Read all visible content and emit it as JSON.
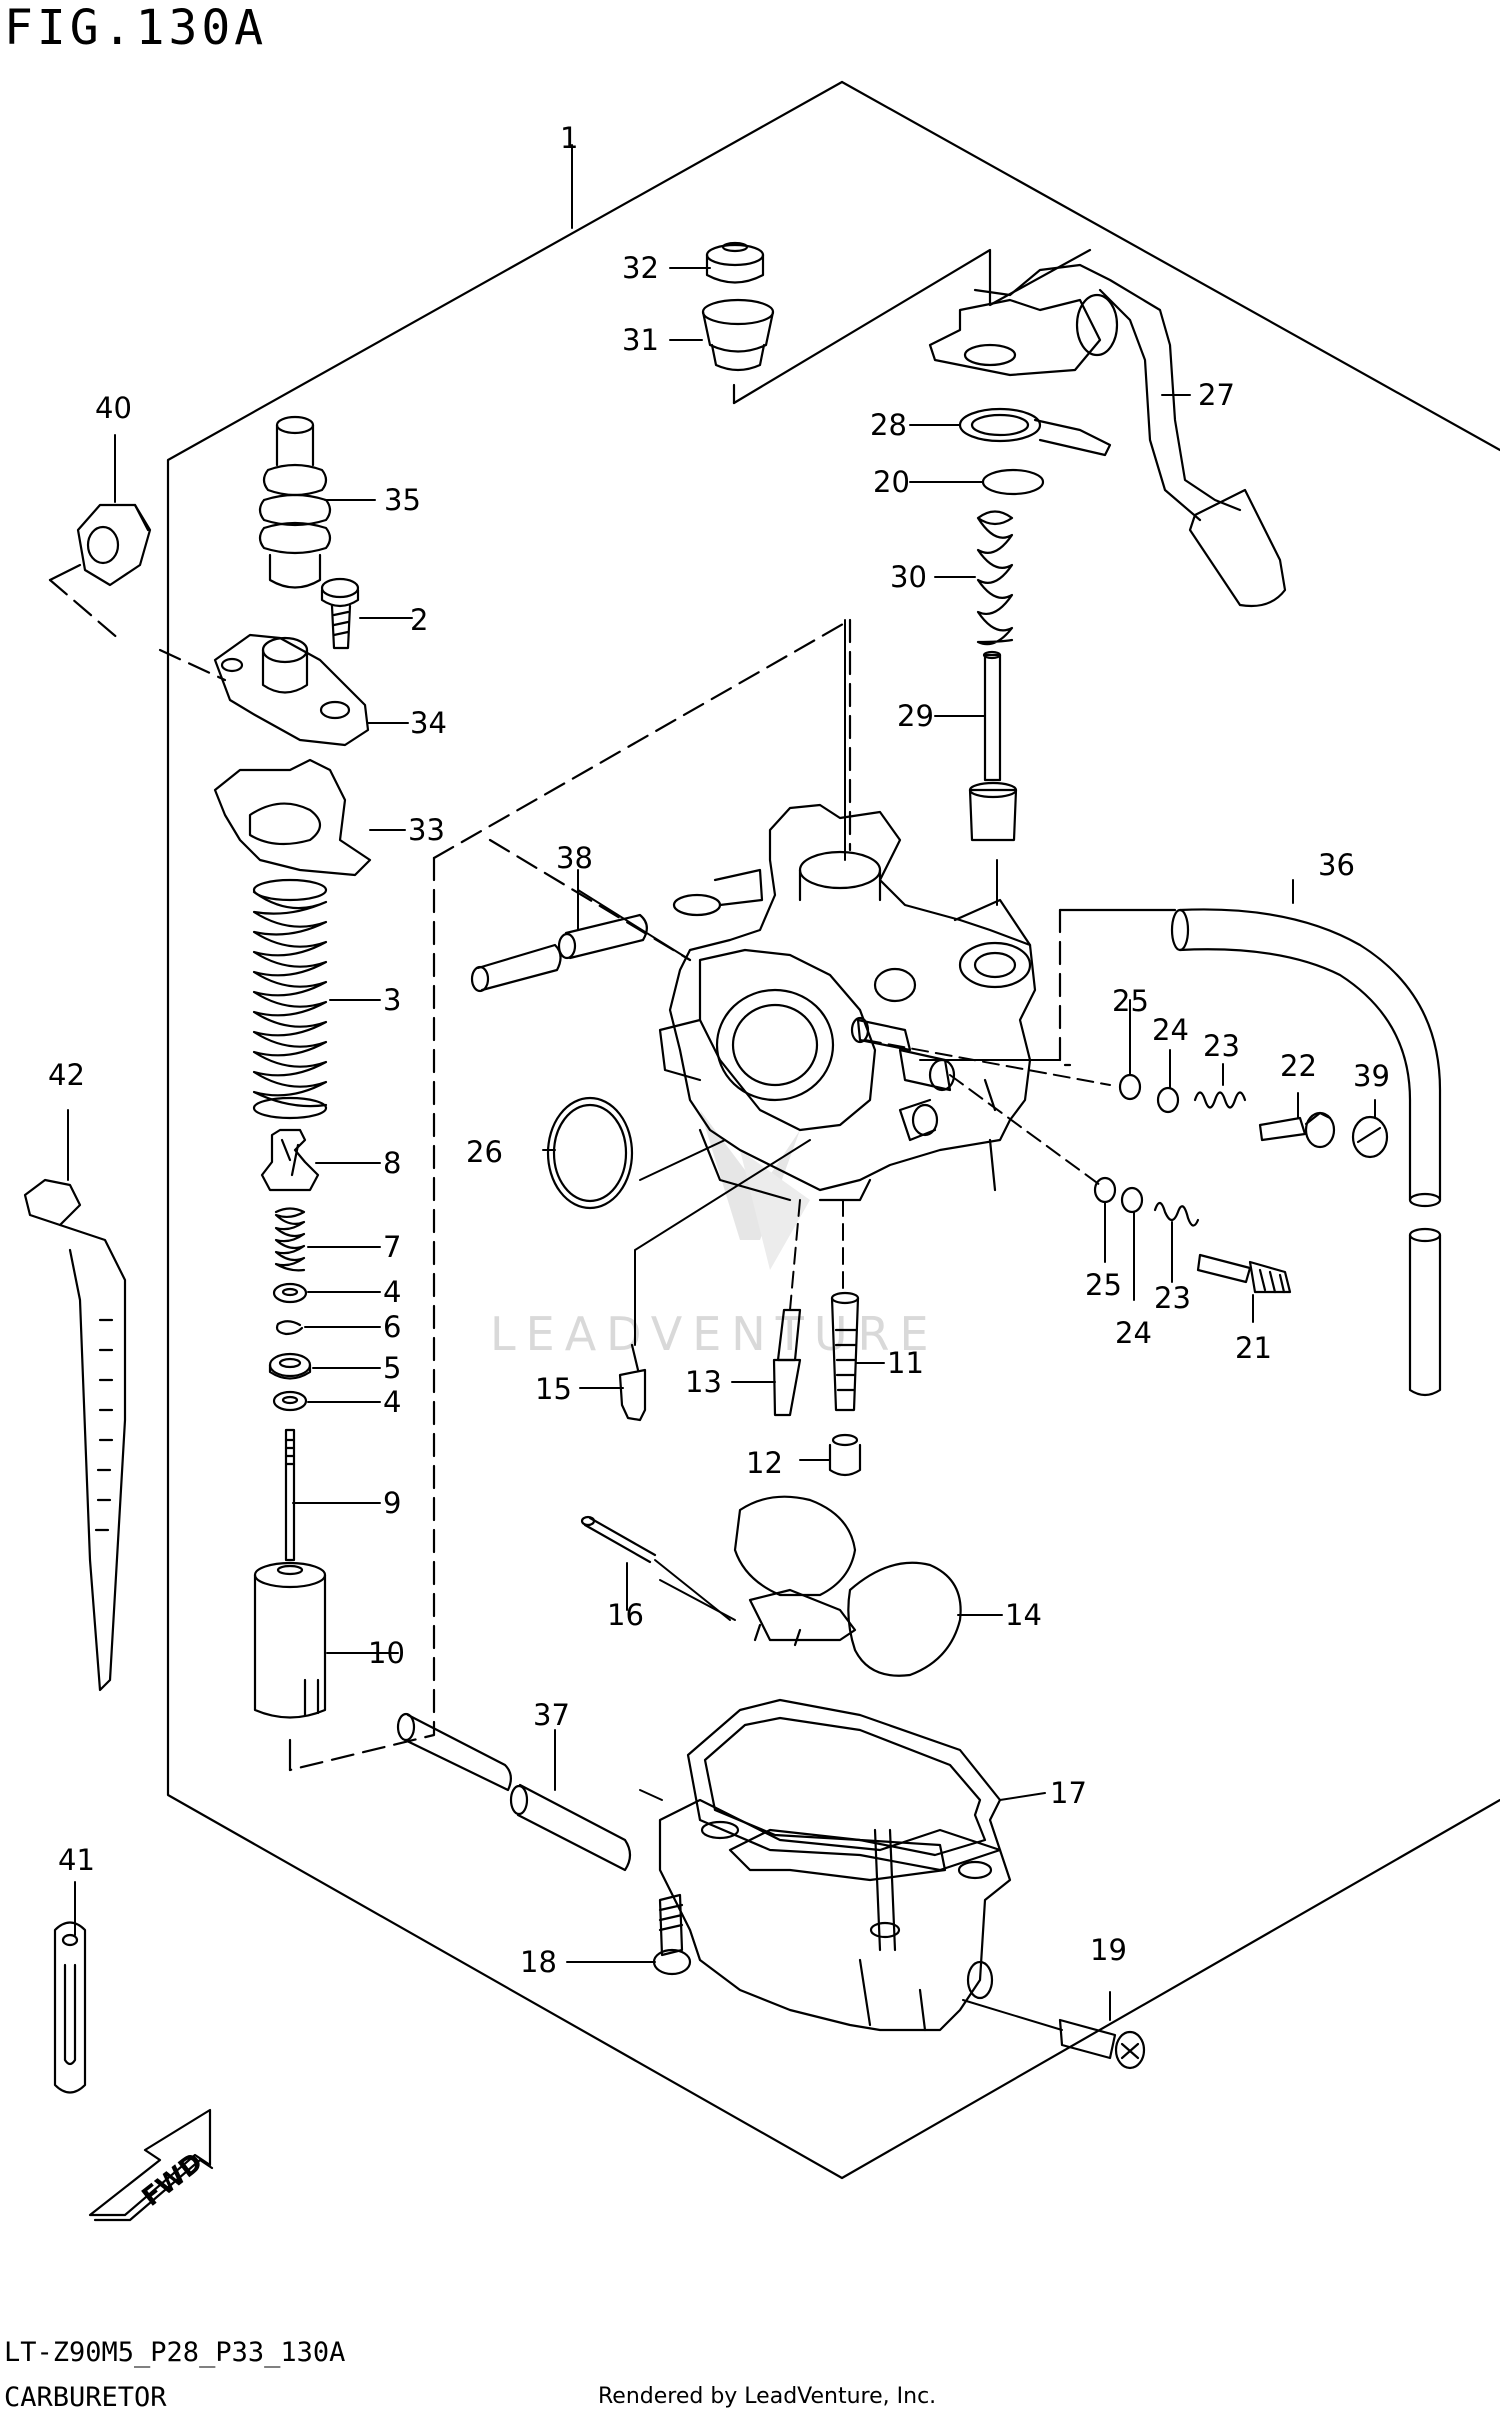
{
  "figure": {
    "title": "FIG.130A",
    "model_code": "LT-Z90M5_P28_P33_130A",
    "name": "CARBURETOR",
    "rendered_by": "Rendered by LeadVenture, Inc.",
    "watermark": "LEADVENTURE",
    "fwd_label": "FWD"
  },
  "callouts": [
    "1",
    "2",
    "3",
    "4",
    "4",
    "5",
    "6",
    "7",
    "8",
    "9",
    "10",
    "11",
    "12",
    "13",
    "14",
    "15",
    "16",
    "17",
    "18",
    "19",
    "20",
    "21",
    "22",
    "23",
    "23",
    "24",
    "24",
    "25",
    "25",
    "26",
    "27",
    "28",
    "29",
    "30",
    "31",
    "32",
    "33",
    "34",
    "35",
    "36",
    "37",
    "38",
    "39",
    "40",
    "41",
    "42"
  ],
  "colors": {
    "line": "#000000",
    "watermark": "#d9d9d9",
    "background": "#ffffff"
  }
}
